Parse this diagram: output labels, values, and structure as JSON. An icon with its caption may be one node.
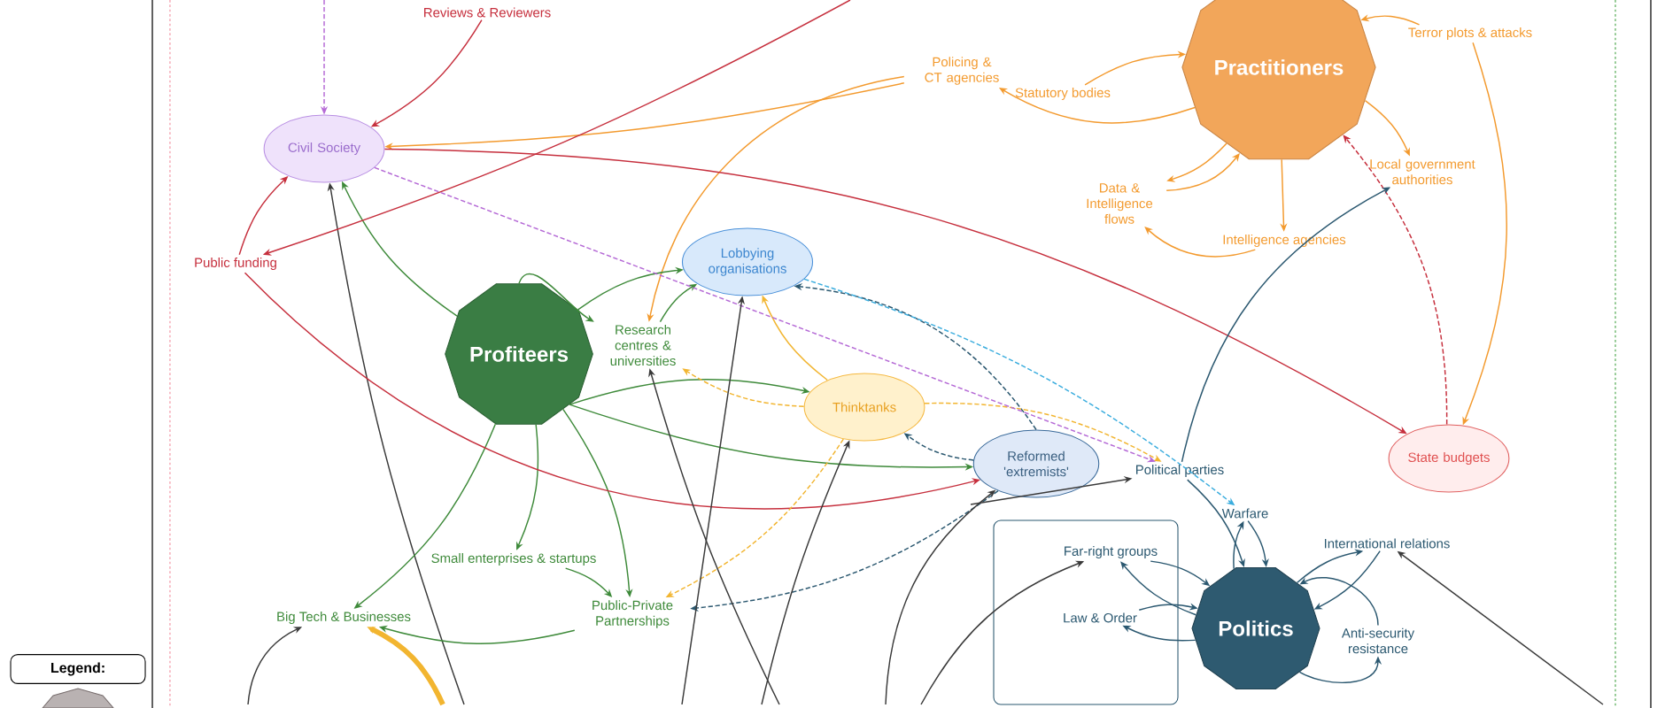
{
  "diagram": {
    "nodes": [
      {
        "text": [
          "Reviews & Reviewers"
        ]
      },
      {
        "text": [
          "Policing & CT agencies"
        ]
      },
      {
        "text": [
          "Statutory bodies"
        ]
      },
      {
        "text": [
          "Practitioners"
        ]
      },
      {
        "text": [
          "Terror plots & attacks"
        ]
      },
      {
        "text": [
          "Local government authorities"
        ]
      },
      {
        "text": [
          "Data & Intelligence flows"
        ]
      },
      {
        "text": [
          "Intelligence agencies"
        ]
      },
      {
        "text": [
          "Civil Society"
        ]
      },
      {
        "text": [
          "Public funding"
        ]
      },
      {
        "text": [
          "Lobbying organisations"
        ]
      },
      {
        "text": [
          "Profiteers"
        ]
      },
      {
        "text": [
          "Research centres & universities"
        ]
      },
      {
        "text": [
          "Thinktanks"
        ]
      },
      {
        "text": [
          "Reformed 'extremists'"
        ]
      },
      {
        "text": [
          "Political parties"
        ]
      },
      {
        "text": [
          "State budgets"
        ]
      },
      {
        "text": [
          "Warfare"
        ]
      },
      {
        "text": [
          "International relations"
        ]
      },
      {
        "text": [],
        "shape": "box"
      },
      {
        "text": [
          "Far-right groups"
        ],
        "in": 19
      },
      {
        "text": [
          "Law & Order"
        ],
        "in": 19
      },
      {
        "text": [
          "Politics"
        ]
      },
      {
        "text": [
          "Anti-security resistance"
        ]
      },
      {
        "text": [
          "Small enterprises & startups"
        ]
      },
      {
        "text": [
          "Big Tech & Businesses"
        ]
      },
      {
        "text": [
          "Public-Private Partnerships"
        ]
      }
    ],
    "edges": [
      {
        "from": 4,
        "to": 3,
        "arrow": "to",
        "color": "#f39a2e"
      },
      {
        "from": 3,
        "to": 5,
        "arrow": "to",
        "color": "#f39a2e"
      },
      {
        "from": 3,
        "to": 7,
        "arrow": "to",
        "color": "#f39a2e"
      },
      {
        "from": 3,
        "to": 6,
        "arrow": "to",
        "color": "#f39a2e"
      },
      {
        "from": 6,
        "to": 3,
        "arrow": "to",
        "color": "#f39a2e"
      },
      {
        "from": 7,
        "to": 6,
        "arrow": "to",
        "color": "#f39a2e"
      },
      {
        "from": 2,
        "to": 3,
        "arrow": "to",
        "color": "#f39a2e"
      },
      {
        "from": 3,
        "to": 1,
        "arrow": "to",
        "color": "#f39a2e"
      },
      {
        "from": 1,
        "to": 8,
        "arrow": "to",
        "color": "#f39a2e"
      },
      {
        "from": 1,
        "to": 12,
        "arrow": "to",
        "color": "#f39a2e"
      },
      {
        "from": 4,
        "to": 16,
        "arrow": "to",
        "color": "#f39a2e"
      },
      {
        "from": 0,
        "to": 8,
        "arrow": "to",
        "color": "#c62f3d"
      },
      {
        "from": 9,
        "to": 8,
        "arrow": "to",
        "color": "#c62f3d"
      },
      {
        "from": null,
        "to": 8,
        "arrow": "to",
        "color": "#b56ad6",
        "style": "dashed"
      },
      {
        "from": 11,
        "to": 8,
        "arrow": "to",
        "color": "#3e8a3a"
      },
      {
        "from": null,
        "to": 8,
        "arrow": "to",
        "color": "#3a3a3a"
      },
      {
        "from": null,
        "to": 9,
        "arrow": "to",
        "color": "#c62f3d"
      },
      {
        "from": 11,
        "to": 12,
        "arrow": "to",
        "color": "#3e8a3a"
      },
      {
        "from": 11,
        "to": 13,
        "arrow": "to",
        "color": "#3e8a3a"
      },
      {
        "from": 11,
        "to": 14,
        "arrow": "to",
        "color": "#3e8a3a"
      },
      {
        "from": 11,
        "to": 10,
        "arrow": "to",
        "color": "#3e8a3a"
      },
      {
        "from": 11,
        "to": 24,
        "arrow": "to",
        "color": "#3e8a3a"
      },
      {
        "from": 11,
        "to": 25,
        "arrow": "to",
        "color": "#3e8a3a"
      },
      {
        "from": 11,
        "to": 26,
        "arrow": "to",
        "color": "#3e8a3a"
      },
      {
        "from": 24,
        "to": 26,
        "arrow": "to",
        "color": "#3e8a3a"
      },
      {
        "from": 26,
        "to": 25,
        "arrow": "to",
        "color": "#3e8a3a"
      },
      {
        "from": 12,
        "to": 10,
        "arrow": "to",
        "color": "#3e8a3a"
      },
      {
        "from": 9,
        "to": 14,
        "arrow": "to",
        "color": "#c62f3d"
      },
      {
        "from": 13,
        "to": 26,
        "arrow": "to",
        "color": "#f2b530",
        "style": "dashed"
      },
      {
        "from": 13,
        "to": 12,
        "arrow": "to",
        "color": "#f2b530",
        "style": "dashed"
      },
      {
        "from": 13,
        "to": 10,
        "arrow": "to",
        "color": "#f2b530"
      },
      {
        "from": 14,
        "to": 13,
        "arrow": "to",
        "color": "#2b5870",
        "style": "dashed"
      },
      {
        "from": 14,
        "to": 26,
        "arrow": "to",
        "color": "#2b5870",
        "style": "dashed"
      },
      {
        "from": 14,
        "to": 10,
        "arrow": "to",
        "color": "#2b5870",
        "style": "dashed"
      },
      {
        "from": 8,
        "to": 16,
        "arrow": "to",
        "color": "#c62f3d"
      },
      {
        "from": 16,
        "to": 3,
        "arrow": "to",
        "color": "#c62f3d",
        "style": "dashed"
      },
      {
        "from": 15,
        "to": 5,
        "arrow": "to",
        "color": "#2b5870"
      },
      {
        "from": 15,
        "to": 22,
        "arrow": "to",
        "color": "#2b5870"
      },
      {
        "from": 17,
        "to": 22,
        "arrow": "to",
        "color": "#2b5870"
      },
      {
        "from": 22,
        "to": 17,
        "arrow": "to",
        "color": "#2b5870"
      },
      {
        "from": 22,
        "to": 18,
        "arrow": "to",
        "color": "#2b5870"
      },
      {
        "from": 18,
        "to": 22,
        "arrow": "to",
        "color": "#2b5870"
      },
      {
        "from": 22,
        "to": 20,
        "arrow": "to",
        "color": "#2b5870"
      },
      {
        "from": 20,
        "to": 22,
        "arrow": "to",
        "color": "#2b5870"
      },
      {
        "from": 21,
        "to": 22,
        "arrow": "to",
        "color": "#2b5870"
      },
      {
        "from": 22,
        "to": 21,
        "arrow": "to",
        "color": "#2b5870"
      },
      {
        "from": 23,
        "to": 22,
        "arrow": "to",
        "color": "#2b5870"
      },
      {
        "from": 22,
        "to": 23,
        "arrow": "to",
        "color": "#2b5870"
      },
      {
        "from": null,
        "to": 18,
        "arrow": "to",
        "color": "#3a3a3a"
      },
      {
        "from": null,
        "to": 15,
        "arrow": "to",
        "color": "#3a3a3a"
      },
      {
        "from": null,
        "to": 20,
        "arrow": "to",
        "color": "#3a3a3a"
      },
      {
        "from": 13,
        "to": 15,
        "arrow": "to",
        "color": "#f2b530",
        "style": "dashed"
      },
      {
        "from": 8,
        "to": 15,
        "arrow": "to",
        "color": "#b56ad6",
        "style": "dashed"
      },
      {
        "from": 10,
        "to": 17,
        "arrow": "to",
        "color": "#3badde",
        "style": "dashed"
      },
      {
        "from": null,
        "to": 13,
        "arrow": "to",
        "color": "#3a3a3a"
      },
      {
        "from": null,
        "to": 10,
        "arrow": "to",
        "color": "#3a3a3a"
      },
      {
        "from": null,
        "to": 12,
        "arrow": "to",
        "color": "#3a3a3a"
      },
      {
        "from": null,
        "to": 14,
        "arrow": "to",
        "color": "#3a3a3a"
      },
      {
        "from": null,
        "to": 25,
        "arrow": "to",
        "color": "#3a3a3a"
      },
      {
        "from": null,
        "to": 25,
        "arrow": "to",
        "color": "#f2b530",
        "style": "thick"
      }
    ],
    "labels": [
      "Legend:"
    ]
  }
}
